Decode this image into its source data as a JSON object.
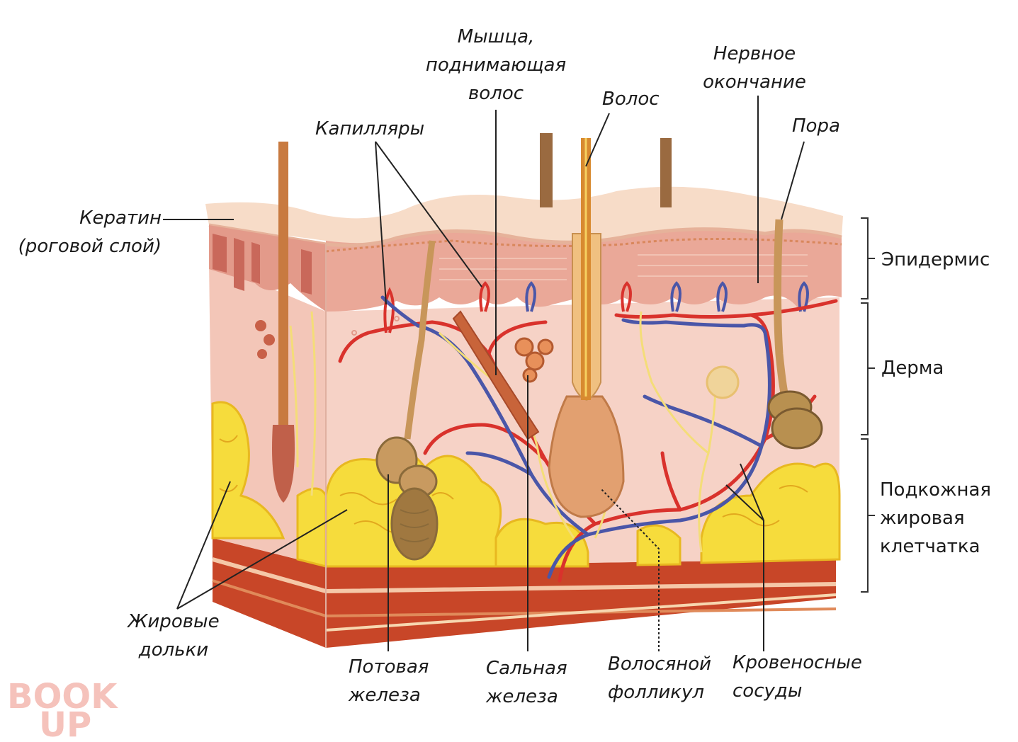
{
  "labels": {
    "keratin": [
      "Кератин",
      "(роговой слой)"
    ],
    "capillaries": "Капилляры",
    "muscle": [
      "Мышца,",
      "поднимающая",
      "волос"
    ],
    "hair": "Волос",
    "nerve_ending": [
      "Нервное",
      "окончание"
    ],
    "pore": "Пора",
    "fat_lobules": [
      "Жировые",
      "дольки"
    ],
    "sweat_gland": [
      "Потовая",
      "железа"
    ],
    "sebaceous_gland": [
      "Сальная",
      "железа"
    ],
    "hair_follicle": [
      "Волосяной",
      "фолликул"
    ],
    "blood_vessels": [
      "Кровеносные",
      "сосуды"
    ]
  },
  "layers": {
    "epidermis": "Эпидермис",
    "dermis": "Дерма",
    "hypodermis": [
      "Подкожная",
      "жировая",
      "клетчатка"
    ]
  },
  "watermark": [
    "BOOK",
    "UP"
  ],
  "colors": {
    "epidermis": "#e9a99a",
    "stratum_corneum": "#f6d8c8",
    "dermis": "#f7d7cc",
    "fat": "#f7e04a",
    "muscle_base": "#c8402a",
    "artery": "#d9322c",
    "vein": "#4a56a8",
    "nerve": "#f2e07a",
    "hair": "#9a6a40"
  }
}
